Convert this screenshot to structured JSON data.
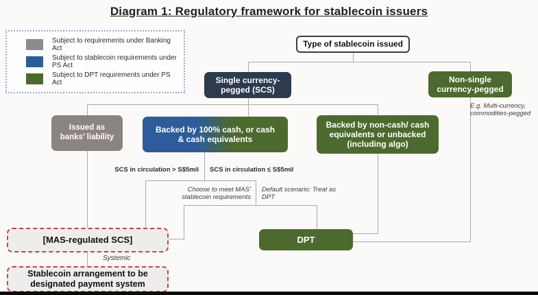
{
  "title": "Diagram 1: Regulatory framework for stablecoin issuers",
  "legend": {
    "items": [
      {
        "label": "Subject to requirements under Banking Act",
        "color": "#8c8c8c"
      },
      {
        "label": "Subject to stablecoin requirements under PS Act",
        "color": "#2d5c9a"
      },
      {
        "label": "Subject to DPT requirements under PS Act",
        "color": "#4c6a2d"
      }
    ]
  },
  "nodes": {
    "type_of_stablecoin": "Type of stablecoin issued",
    "single_currency": "Single currency-pegged (SCS)",
    "non_single_currency": "Non-single currency-pegged",
    "issued_as_banks_liability": "Issued as banks’ liability",
    "backed_cash": "Backed by 100% cash, or cash & cash equivalents",
    "backed_non_cash": "Backed by non-cash/ cash equivalents or unbacked (including algo)",
    "mas_regulated_scs": "[MAS-regulated SCS]",
    "dpt": "DPT",
    "designated_payment_system": "Stablecoin arrangement to be designated payment system"
  },
  "annotations": {
    "non_single_example": "E.g. Multi-currency, commodities-pegged",
    "circulation_gt": "SCS in circulation > S$5mil",
    "circulation_lte": "SCS in circulation ≤ S$5mil",
    "choose_mas": "Choose to meet MAS’ stablecoin requirements",
    "default_dpt": "Default scenario: Treat as DPT",
    "systemic": "Systemic"
  },
  "colors": {
    "banking_act_gray": "#8c8c8c",
    "ps_act_blue": "#2d5c9a",
    "dpt_green": "#4c6a2d",
    "scs_navy": "#2d3a4f",
    "dashed_red": "#c14543"
  }
}
